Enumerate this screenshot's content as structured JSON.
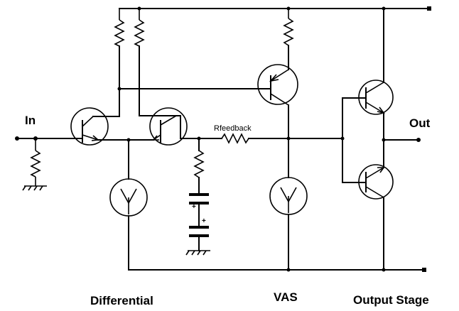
{
  "labels": {
    "in": "In",
    "out": "Out",
    "rfeedback": "Rfeedback",
    "differential": "Differential",
    "vas": "VAS",
    "output_stage": "Output Stage",
    "plus_1": "+",
    "plus_2": "+"
  }
}
